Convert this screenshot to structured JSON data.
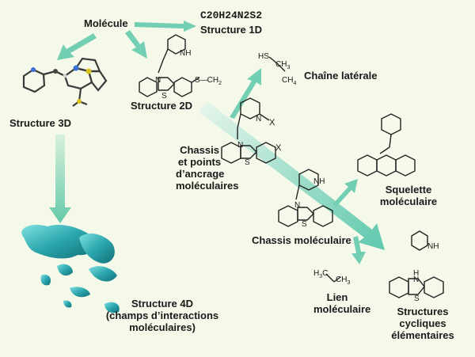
{
  "colors": {
    "background": "#f4f9ea",
    "arrow": "#7fd3bd",
    "surface": "#3fb9bd",
    "text": "#1a1a1a"
  },
  "labels": {
    "molecule": "Molécule",
    "formula": "C20H24N2S2",
    "struct1d": "Structure 1D",
    "struct2d": "Structure 2D",
    "struct3d": "Structure 3D",
    "sidechain": "Chaîne latérale",
    "chassis_points": [
      "Chassis",
      "et points",
      "d’ancrage",
      "moléculaires"
    ],
    "chassis": "Chassis moléculaire",
    "skeleton": [
      "Squelette",
      "moléculaire"
    ],
    "link": [
      "Lien",
      "moléculaire"
    ],
    "rings": [
      "Structures",
      "cycliques",
      "élémentaires"
    ],
    "struct4d": [
      "Structure 4D",
      "(champs d’interactions",
      "moléculaires)"
    ]
  },
  "atoms": {
    "nh": "NH",
    "n": "N",
    "s": "S",
    "x": "X",
    "h": "H",
    "sch": "S",
    "ch2": "CH",
    "hs": "HS",
    "ch3": "CH",
    "sub3": "3",
    "sub2": "2",
    "h3c": "H",
    "c_part": "C",
    "ch4": "CH"
  }
}
